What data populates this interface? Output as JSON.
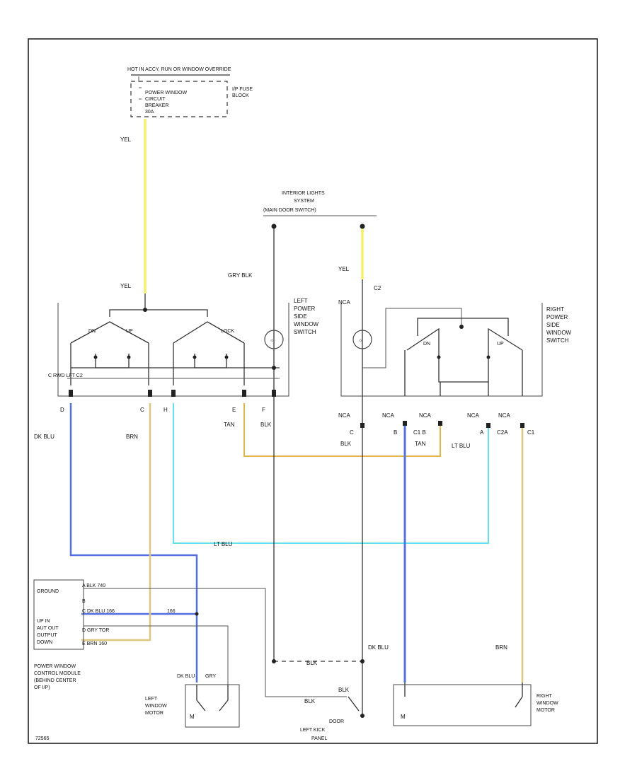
{
  "colors": {
    "yel": "#f5ef6a",
    "dk_blu": "#5470e0",
    "lt_blu": "#62e0ec",
    "brn": "#dcc77a",
    "tan": "#e3b44a",
    "blk": "#333333"
  },
  "labels": {
    "fuse_hot": "HOT IN ACCY, RUN OR WINDOW OVERRIDE",
    "fuse_name_1": "POWER WINDOW",
    "fuse_name_2": "CIRCUIT",
    "fuse_name_3": "BREAKER",
    "fuse_name_4": "30A",
    "fuse_block_1": "I/P FUSE",
    "fuse_block_2": "BLOCK",
    "yel_top": "YEL",
    "yel_mid": "YEL",
    "interior_1": "INTERIOR LIGHTS",
    "interior_2": "SYSTEM",
    "interior_3": "(MAIN DOOR SWITCH)",
    "gry_blk": "GRY BLK",
    "yel_right": "YEL",
    "c2": "C2",
    "nca_1": "NCA",
    "left_sw_1": "LEFT",
    "left_sw_2": "POWER",
    "left_sw_3": "SIDE",
    "left_sw_4": "WINDOW",
    "left_sw_5": "SWITCH",
    "right_sw_1": "RIGHT",
    "right_sw_2": "POWER",
    "right_sw_3": "SIDE",
    "right_sw_4": "WINDOW",
    "right_sw_5": "SWITCH",
    "dn_l": "DN",
    "up_l": "UP",
    "lpk_wn": "LOCK",
    "dn_r": "DN",
    "up_r": "UP",
    "left_up": "C  RWD LFT C2",
    "pin_d": "D",
    "pin_c": "C",
    "pin_h": "H",
    "pin_e": "E",
    "pin_f": "F",
    "pin_a": "A",
    "pin_b": "B",
    "nca_2": "NCA",
    "nca_3": "NCA",
    "nca_4": "NCA",
    "nca_5": "NCA",
    "nca_6": "NCA",
    "dk_blu_l": "DK BLU",
    "brn_l": "BRN",
    "tan_l": "TAN",
    "blk_l": "BLK",
    "c_blk": "C",
    "blk_2": "BLK",
    "c1_tan": "C1 B",
    "tan_2": "TAN",
    "lt_blu_r": "LT BLU",
    "c2a": "C2A",
    "c1": "C1",
    "lt_blu_mid": "LT BLU",
    "module_ground": "GROUND",
    "mod_p1": "A  BLK  740",
    "mod_p2": "B",
    "mod_p3": "C  DK BLU  166",
    "mod_p4": "D  GRY  TOR",
    "mod_p5": "E  BRN  160",
    "mod_out_1": "UP IN",
    "mod_out_2": "AUT OUT",
    "mod_out_3": "OUTPUT",
    "mod_out_4": "DOWN",
    "num_166": "166",
    "module_1": "POWER WINDOW",
    "module_2": "CONTROL MODULE",
    "module_3": "(BEHIND CENTER",
    "module_4": "OF I/P)",
    "dk_blu_m": "DK BLU",
    "gry_m": "GRY",
    "left_motor_1": "LEFT",
    "left_motor_2": "WINDOW",
    "left_motor_3": "MOTOR",
    "dk_blu_c": "DK BLU",
    "blk_bus": "BLK",
    "blk_sw": "BLK",
    "blk_lower": "BLK",
    "door_1": "DOOR",
    "door_2": "LEFT KICK",
    "door_3": "PANEL",
    "brn_r": "BRN",
    "right_motor_1": "RIGHT",
    "right_motor_2": "WINDOW",
    "right_motor_3": "MOTOR",
    "m_l": "M",
    "m_r": "M",
    "footer_code": "72565"
  }
}
